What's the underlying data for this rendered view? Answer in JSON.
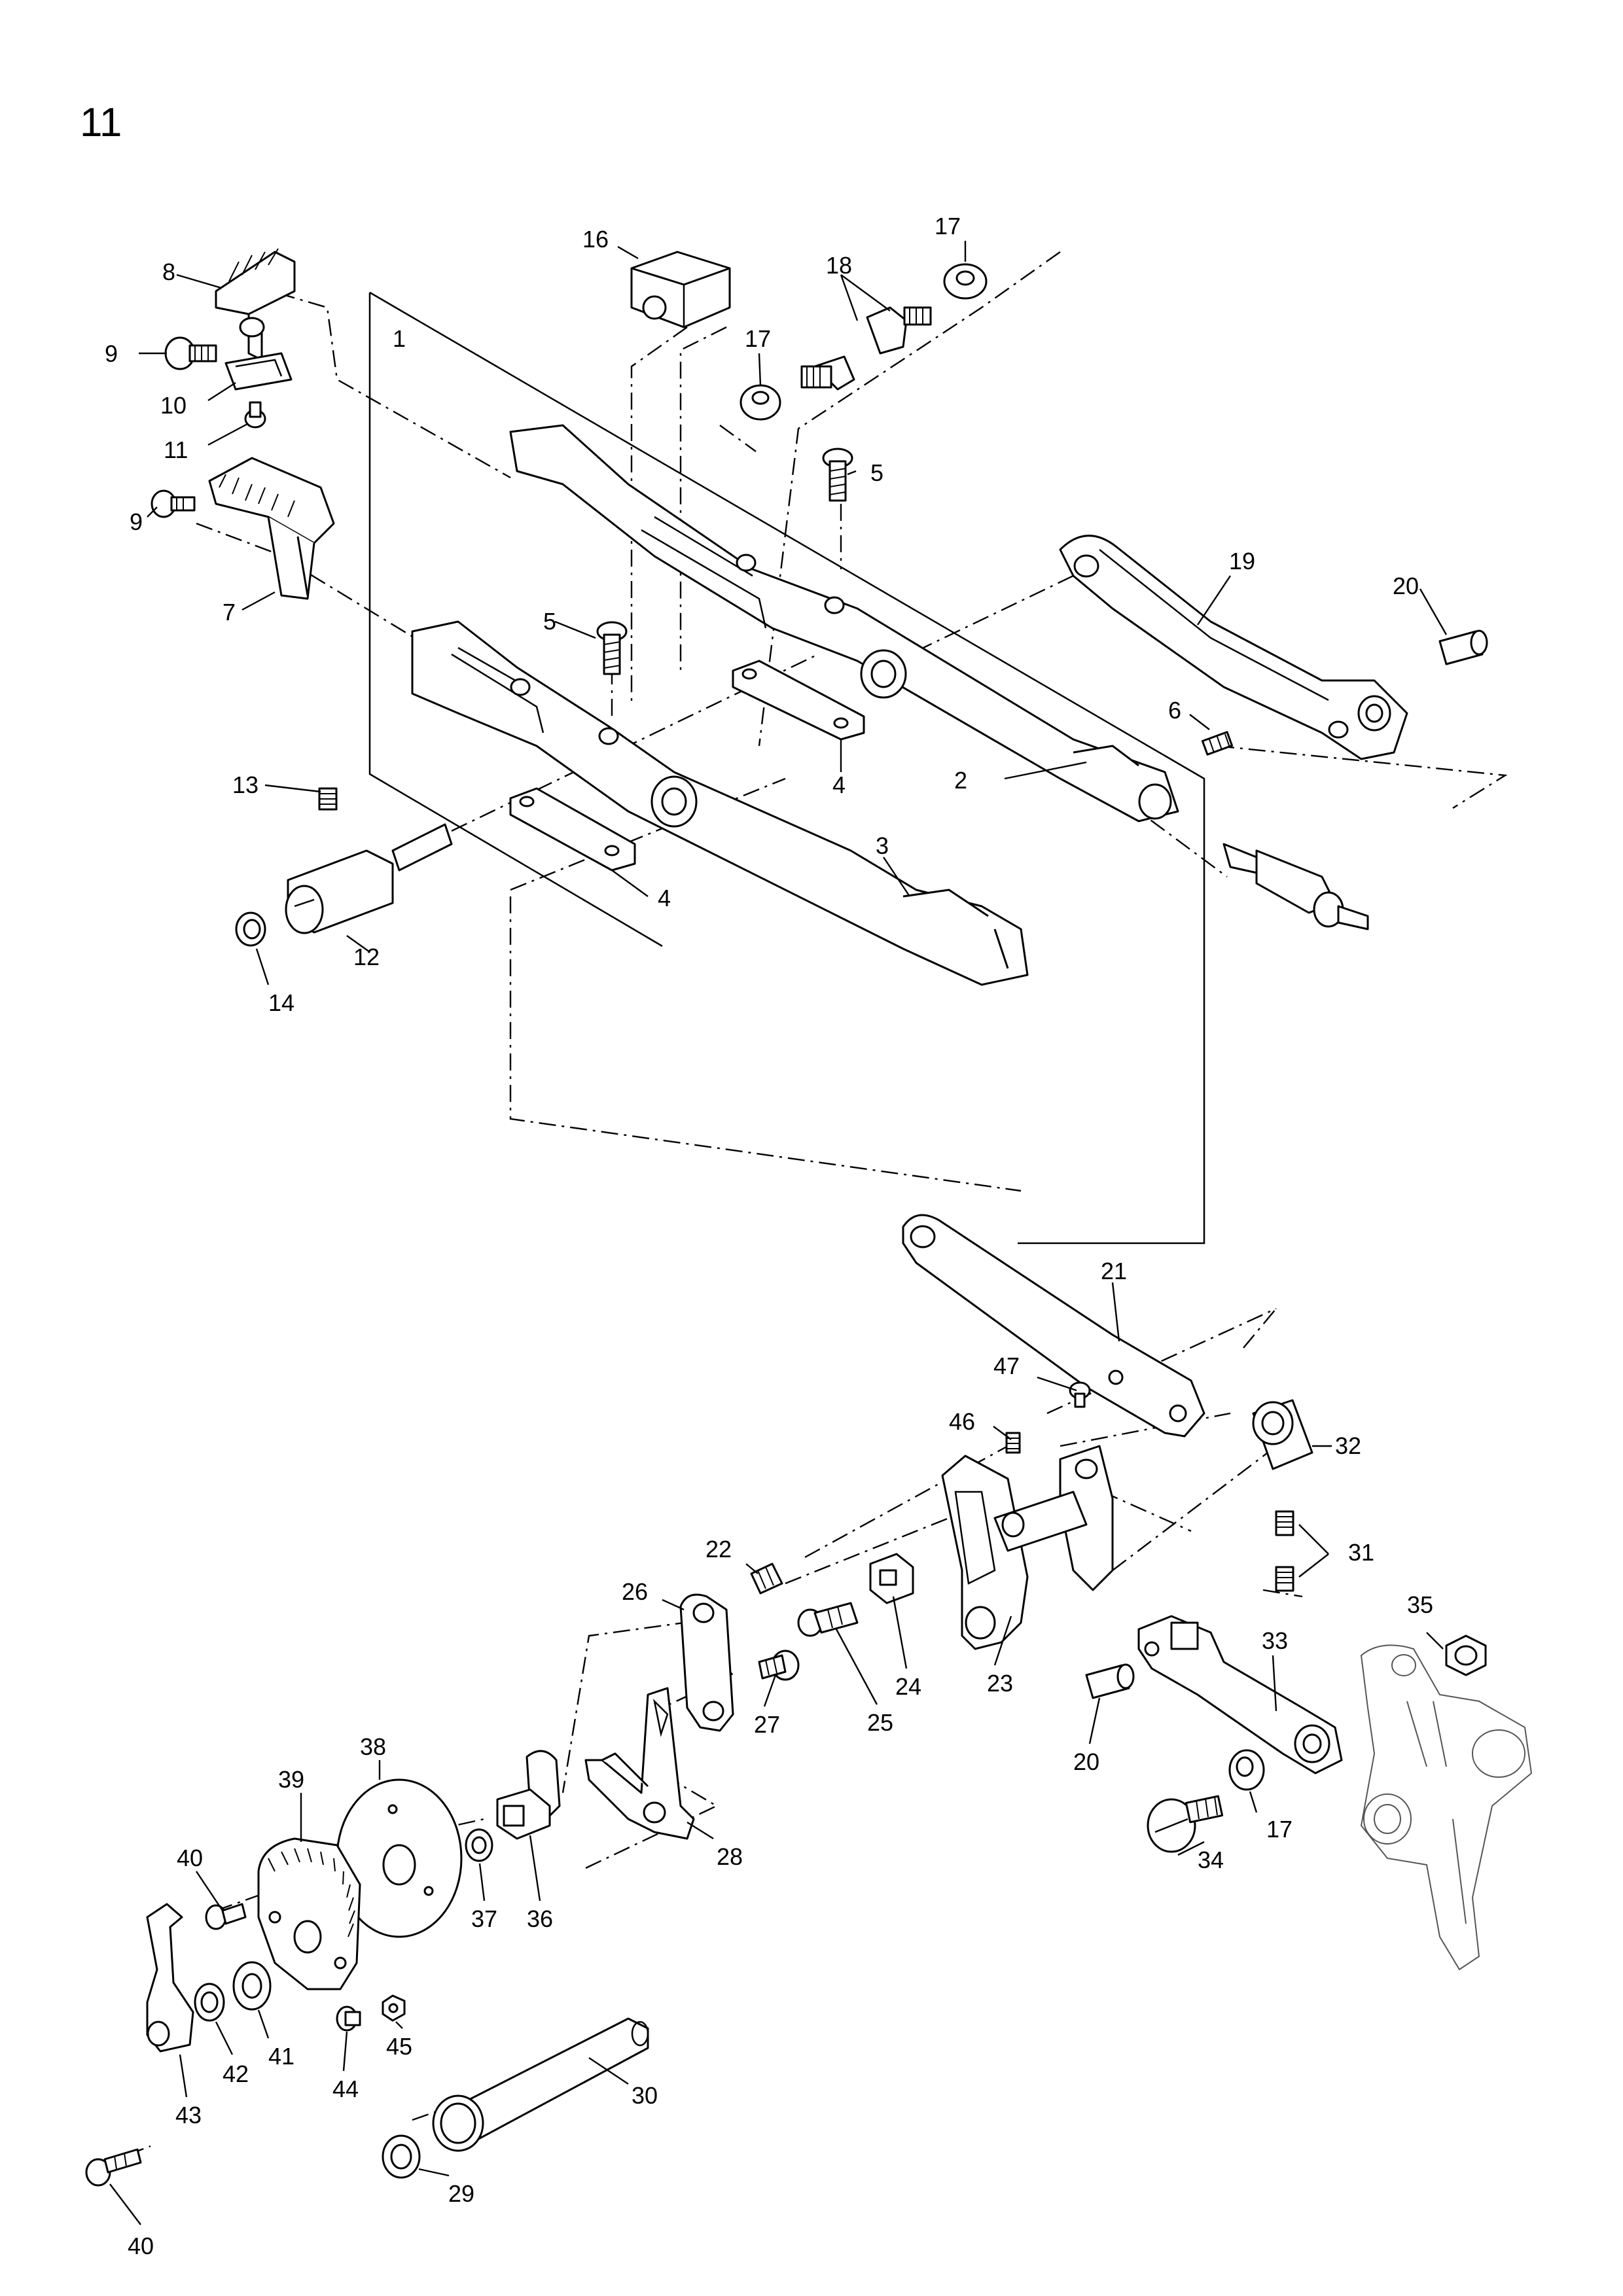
{
  "page": {
    "number": "11"
  },
  "labels": [
    "1",
    "2",
    "3",
    "4",
    "4",
    "5",
    "5",
    "6",
    "7",
    "8",
    "9",
    "9",
    "10",
    "11",
    "12",
    "13",
    "14",
    "16",
    "17",
    "17",
    "17",
    "18",
    "19",
    "20",
    "20",
    "21",
    "22",
    "23",
    "24",
    "25",
    "26",
    "27",
    "28",
    "29",
    "30",
    "31",
    "32",
    "33",
    "34",
    "35",
    "36",
    "37",
    "38",
    "39",
    "40",
    "40",
    "41",
    "42",
    "43",
    "44",
    "45",
    "46",
    "47"
  ]
}
